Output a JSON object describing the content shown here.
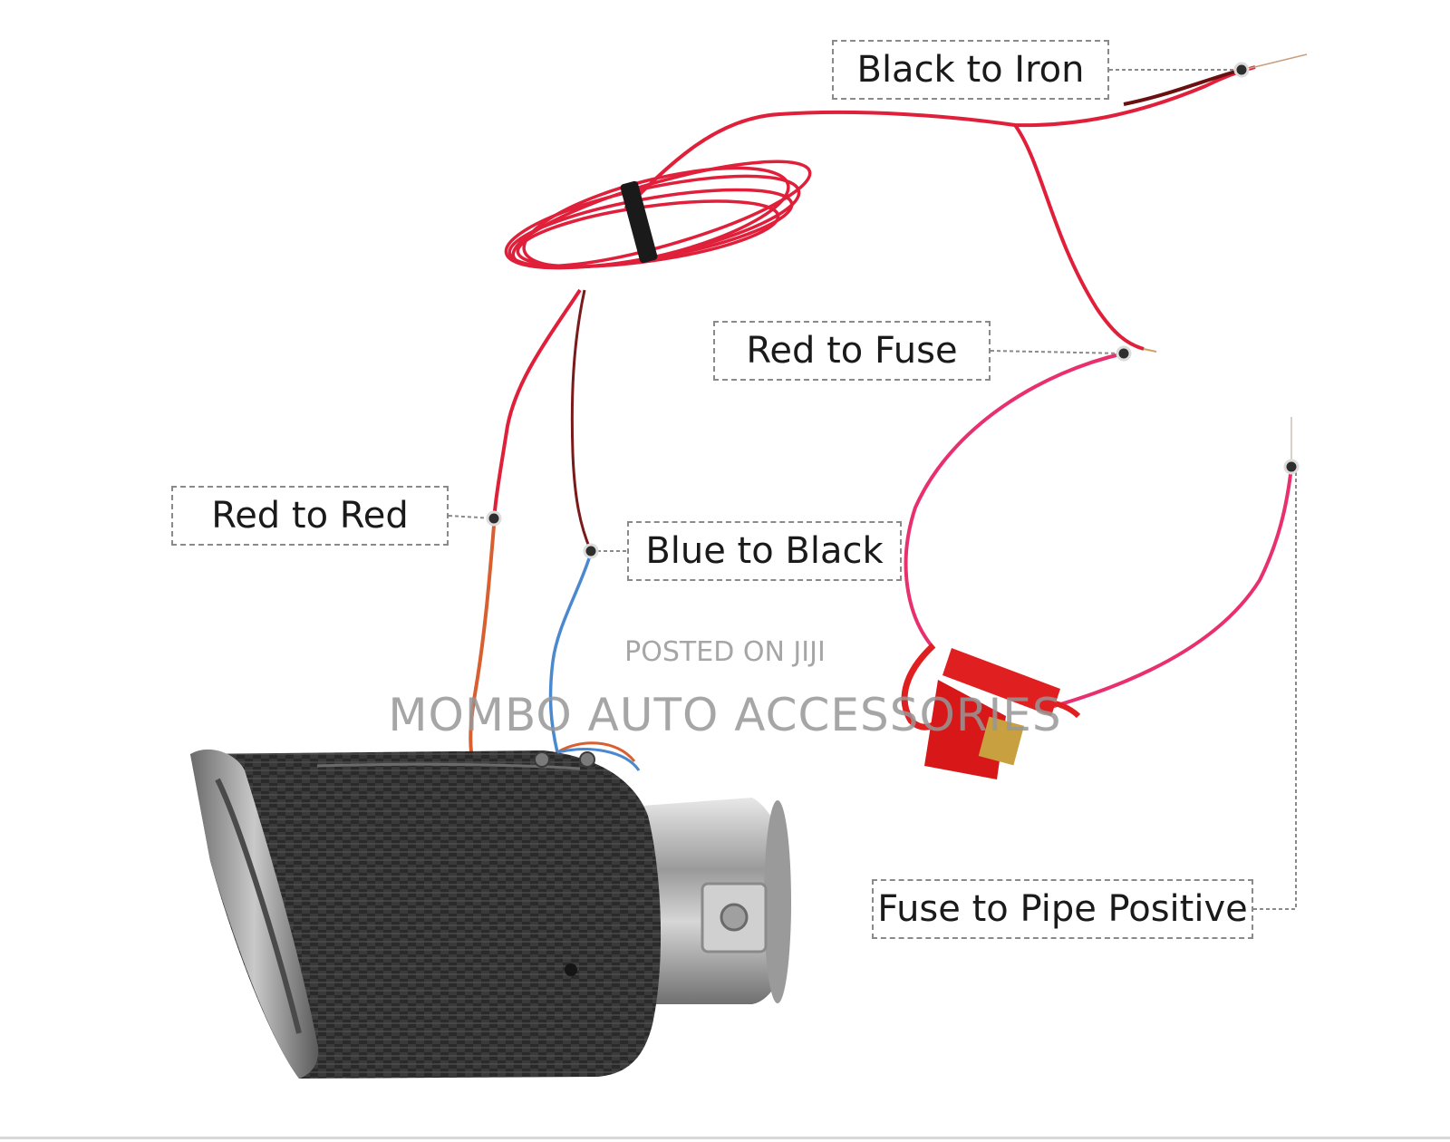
{
  "labels": {
    "black_to_iron": "Black to Iron",
    "red_to_fuse": "Red to Fuse",
    "red_to_red": "Red to Red",
    "blue_to_black": "Blue to Black",
    "fuse_to_pipe_positive": "Fuse to Pipe Positive"
  },
  "watermark": {
    "small": "POSTED ON JIJI",
    "large": "MOMBO AUTO ACCESSORIES"
  },
  "icons": [
    "exhaust-tip",
    "inline-fuse-holder",
    "coiled-wire",
    "cable-tie"
  ],
  "colors": {
    "red_wire": "#e0203a",
    "dark_wire": "#7a1a1a",
    "blue_wire": "#4a88d0",
    "orange_wire": "#d86030",
    "fuse_red": "#e02020",
    "pink_wire": "#e83070",
    "carbon_dark": "#2b2b2b",
    "chrome": "#b8b8b8",
    "dash_gray": "#8a8a8a"
  }
}
